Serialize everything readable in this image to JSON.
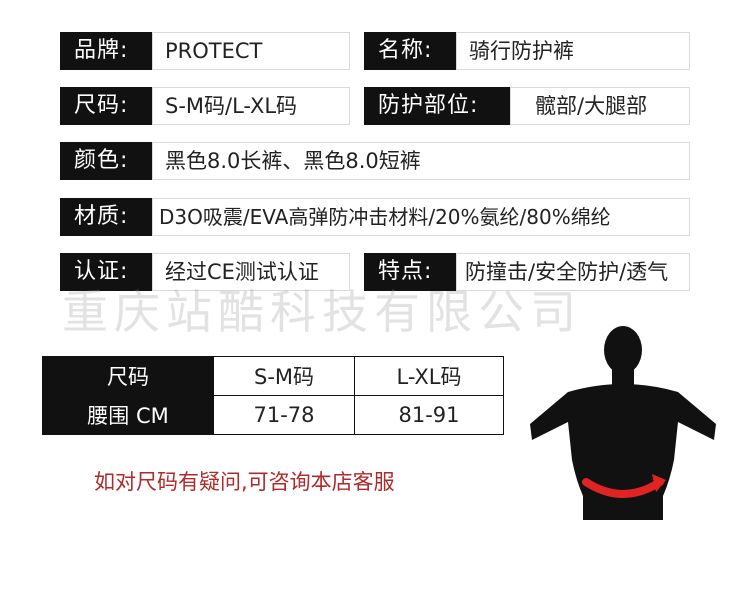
{
  "specs": {
    "brand": {
      "label": "品牌:",
      "value": "PROTECT"
    },
    "name": {
      "label": "名称:",
      "value": "骑行防护裤"
    },
    "size": {
      "label": "尺码:",
      "value": "S-M码/L-XL码"
    },
    "parts": {
      "label": "防护部位:",
      "value": "髋部/大腿部"
    },
    "color": {
      "label": "颜色:",
      "value": "黑色8.0长裤、黑色8.0短裤"
    },
    "material": {
      "label": "材质:",
      "value": "D3O吸震/EVA高弹防冲击材料/20%氨纶/80%绵纶"
    },
    "cert": {
      "label": "认证:",
      "value": "经过CE测试认证"
    },
    "feature": {
      "label": "特点:",
      "value": "防撞击/安全防护/透气"
    }
  },
  "watermark": "重庆站酷科技有限公司",
  "size_table": {
    "header_row1": "尺码",
    "header_row2": "腰围 CM",
    "columns": [
      "S-M码",
      "L-XL码"
    ],
    "values": [
      "71-78",
      "81-91"
    ]
  },
  "note": "如对尺码有疑问,可咨询本店客服",
  "colors": {
    "accent": "#e02424",
    "label_bg": "#111111",
    "note": "#b12a2a"
  }
}
